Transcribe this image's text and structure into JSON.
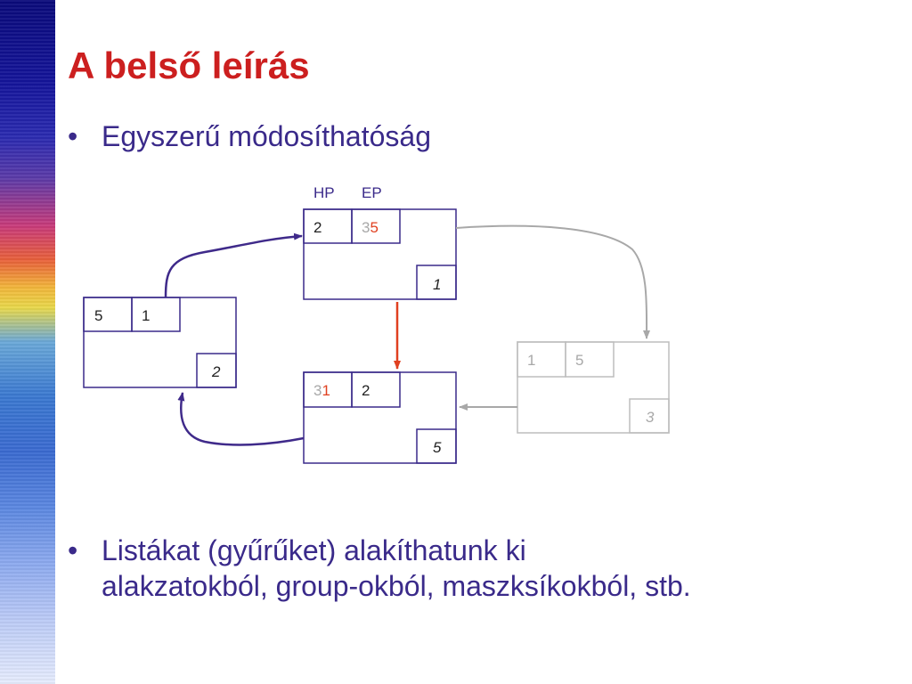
{
  "slide": {
    "title": "A belső leírás",
    "bullet_char": "•",
    "bullet1": "Egyszerű módosíthatóság",
    "bullet2_line1": "Listákat (gyűrűket) alakíthatunk ki",
    "bullet2_line2": "alakzatokból, group-okból, maszksíkokból, stb."
  },
  "diagram": {
    "header_hp": "HP",
    "header_ep": "EP",
    "nodes": {
      "n1": {
        "hp": "2",
        "ep_old": "3",
        "ep_new": "5",
        "id": "1"
      },
      "n2": {
        "hp": "5",
        "ep": "1",
        "id": "2"
      },
      "n5": {
        "hp_old": "3",
        "hp_new": "1",
        "ep": "2",
        "id": "5"
      },
      "n3": {
        "hp": "1",
        "ep": "5",
        "id": "3"
      }
    }
  },
  "colors": {
    "title": "#cc1f1f",
    "text": "#3a2a8a",
    "arrow_link": "#3f2a8a",
    "arrow_change": "#e04020",
    "faded": "#a8a8a8",
    "box_border": "#3a2a8a"
  }
}
